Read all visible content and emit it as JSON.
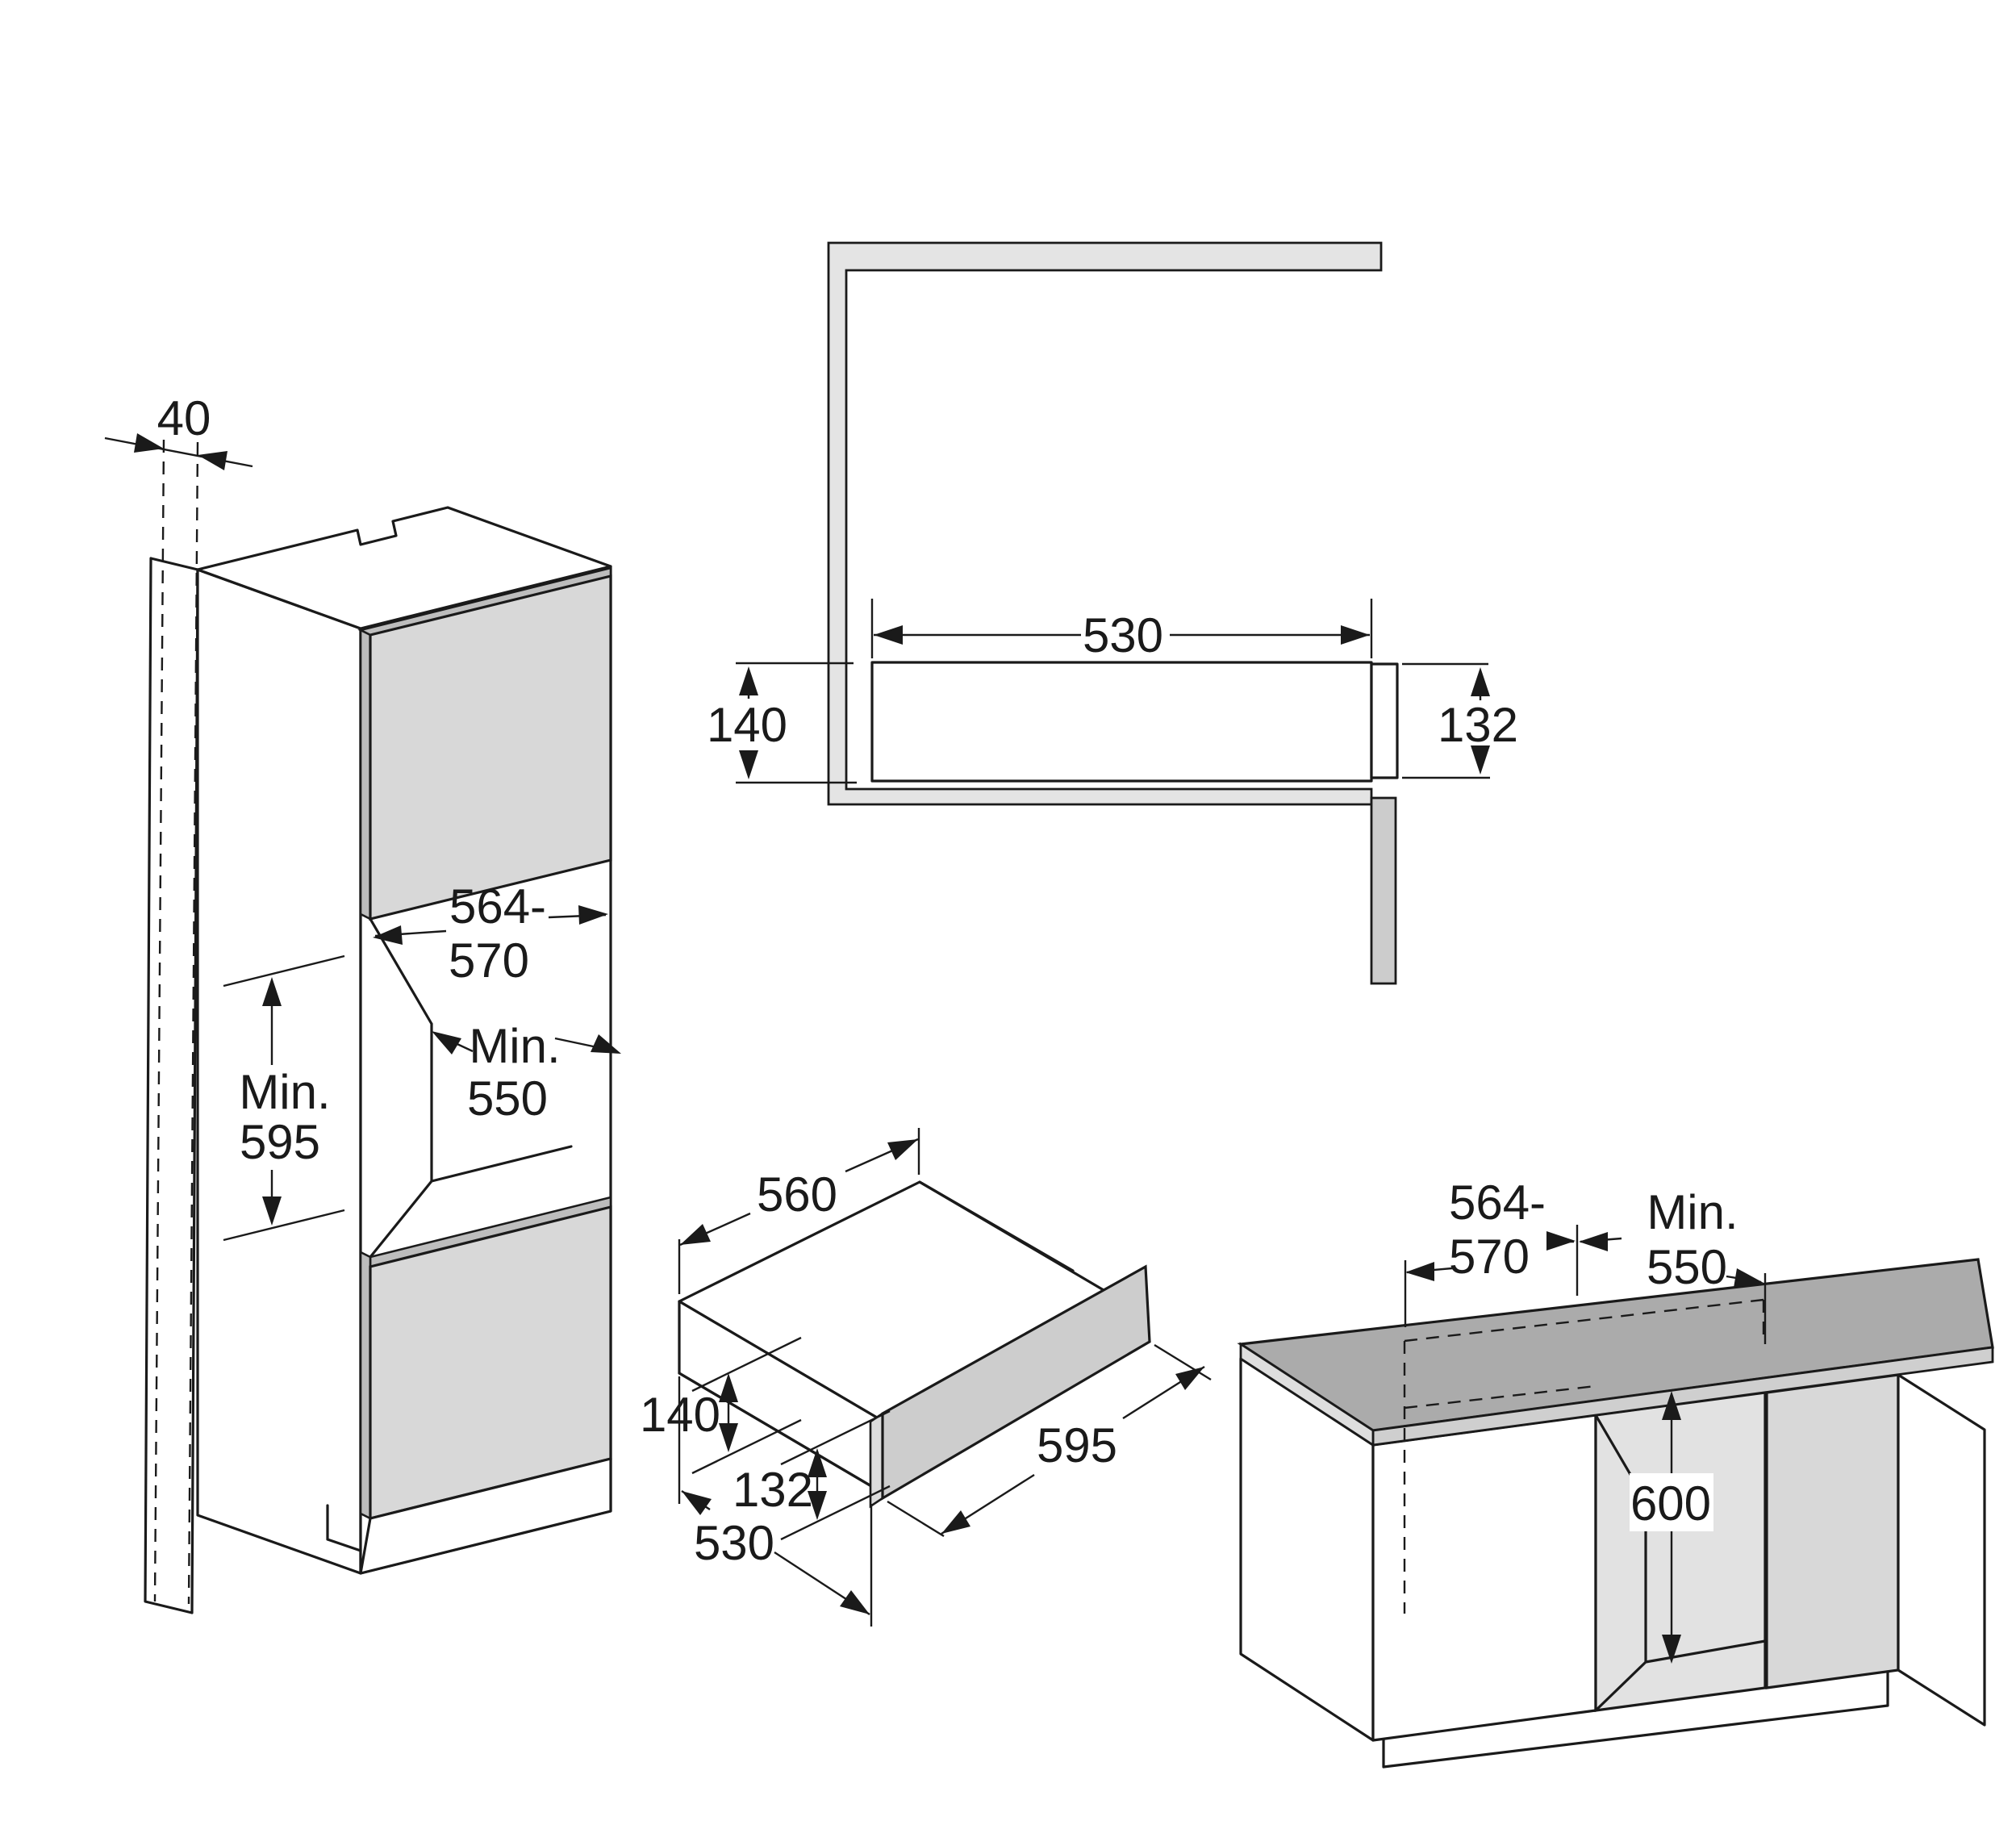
{
  "diagram": {
    "views": {
      "tall_cabinet": {
        "dims": {
          "panel_gap": {
            "text": "40"
          },
          "niche_width": {
            "line1": "564-",
            "line2": "570"
          },
          "niche_depth": {
            "line1": "Min.",
            "line2": "550"
          },
          "niche_height": {
            "line1": "Min.",
            "line2": "595"
          }
        }
      },
      "cross_section": {
        "dims": {
          "body_width": {
            "text": "530"
          },
          "niche_height": {
            "text": "140"
          },
          "front_height": {
            "text": "132"
          }
        }
      },
      "drawer": {
        "dims": {
          "body_depth": {
            "text": "560"
          },
          "body_height": {
            "text": "140"
          },
          "front_height": {
            "text": "132"
          },
          "body_width": {
            "text": "530"
          },
          "front_width": {
            "text": "595"
          }
        }
      },
      "base_cabinet": {
        "dims": {
          "niche_width": {
            "line1": "564-",
            "line2": "570"
          },
          "niche_depth": {
            "line1": "Min.",
            "line2": "550"
          },
          "niche_height": {
            "text": "600"
          }
        }
      }
    },
    "colors": {
      "line": "#1a1a1a",
      "door_gray": "#d8d8d8",
      "edge_gray": "#bdbdbd",
      "channel_gray": "#e4e4e4",
      "bar_gray": "#cccccc",
      "counter_top_gray": "#ababab",
      "counter_front_gray": "#cfcfcf",
      "counter_end_gray": "#dedede",
      "panel_gray": "#cdcdcd",
      "niche_gray": "#e2e2e2"
    }
  }
}
